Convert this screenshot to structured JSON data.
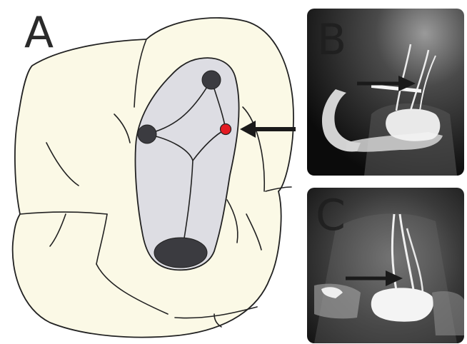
{
  "panels": [
    {
      "label": "A"
    },
    {
      "label": "B"
    },
    {
      "label": "C"
    }
  ],
  "colors": {
    "tooth_fill": "#fbf9e6",
    "chamber_fill": "#dddde3",
    "canal_orifice": "#3b3b40",
    "highlight_orifice": "#e31b23",
    "arrow": "#1a1a1a",
    "radiograph_bg": "#0e0e0e"
  },
  "icons": [
    "arrow-icon"
  ]
}
